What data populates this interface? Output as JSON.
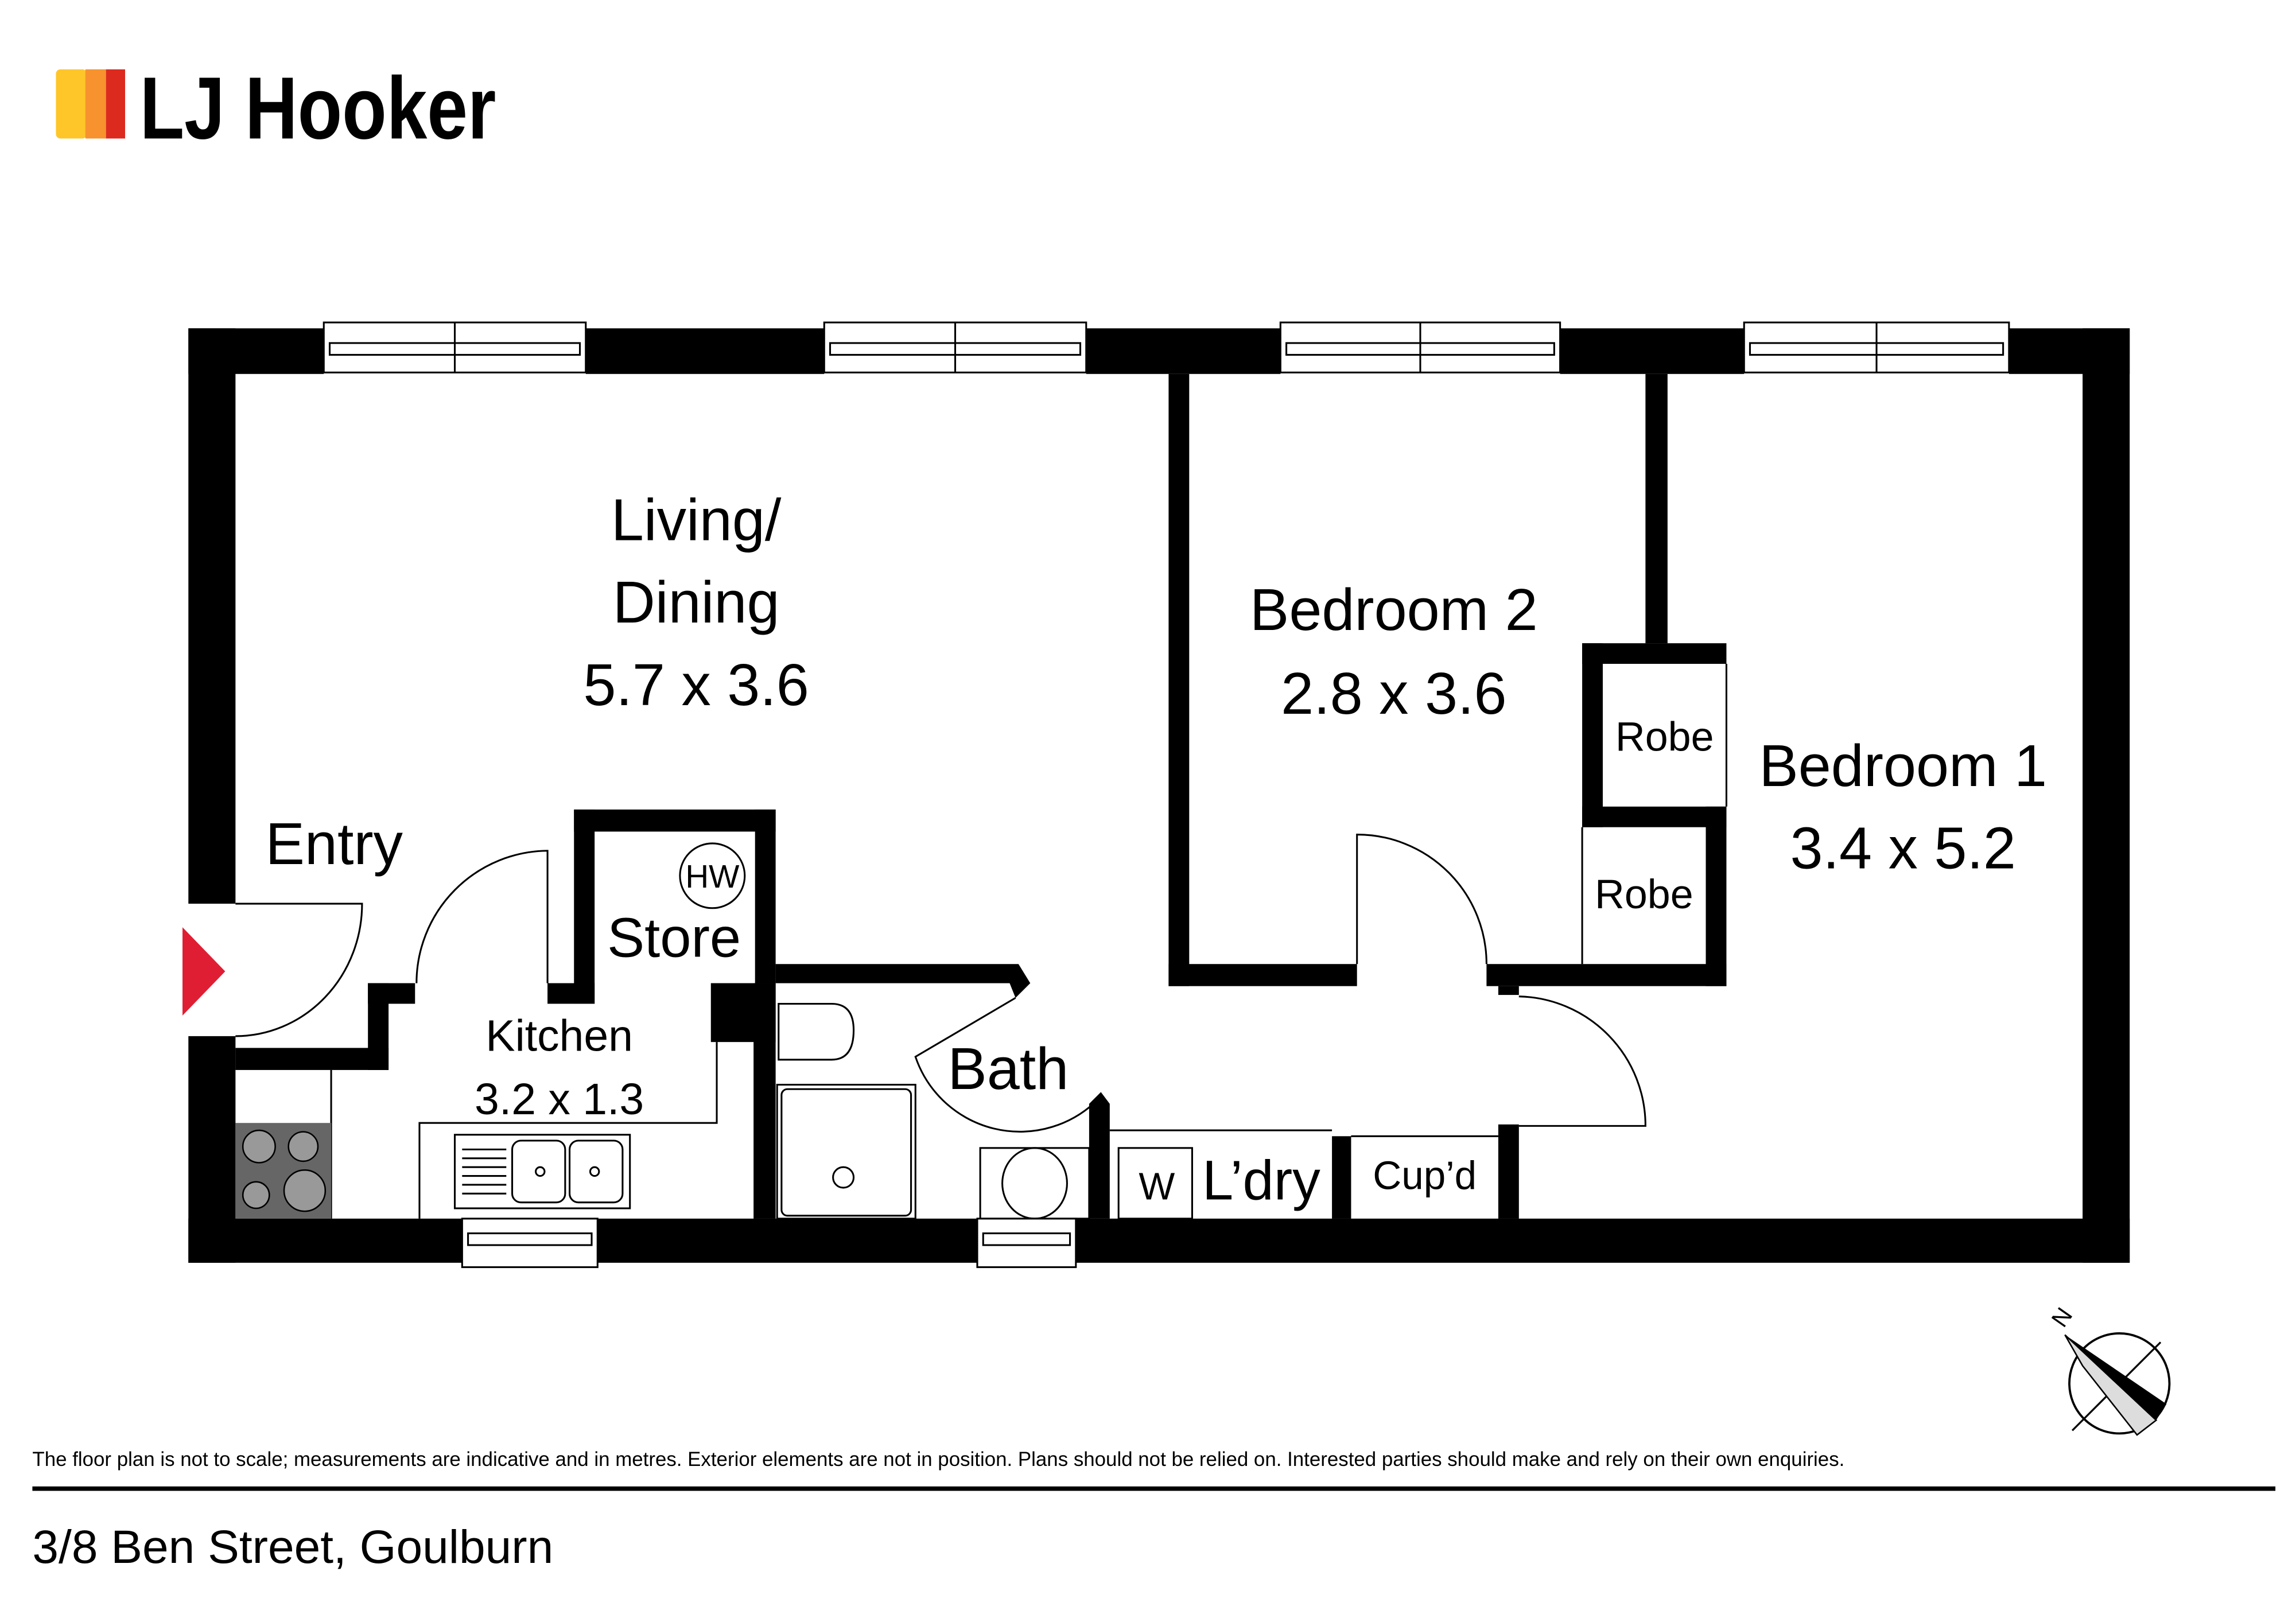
{
  "brand": {
    "name": "LJ Hooker",
    "colors": [
      "#FFC629",
      "#F7922E",
      "#DC2A1E"
    ]
  },
  "rooms": {
    "living": {
      "line1": "Living/",
      "line2": "Dining",
      "size": "5.7 x 3.6"
    },
    "bedroom2": {
      "name": "Bedroom 2",
      "size": "2.8 x 3.6"
    },
    "bedroom1": {
      "name": "Bedroom 1",
      "size": "3.4 x 5.2"
    },
    "robe_upper": "Robe",
    "robe_lower": "Robe",
    "entry": "Entry",
    "store": "Store",
    "hot_water": "HW",
    "kitchen": {
      "name": "Kitchen",
      "size": "3.2 x 1.3"
    },
    "bath": "Bath",
    "laundry": "L’dry",
    "washer": "W",
    "cupboard": "Cup’d"
  },
  "compass": {
    "label": "N"
  },
  "entry_marker_color": "#E01E33",
  "disclaimer": "The floor plan is not to scale; measurements are indicative and in metres. Exterior elements are not in position. Plans should not be relied on. Interested parties should make and rely on their own enquiries.",
  "address": "3/8 Ben Street, Goulburn"
}
